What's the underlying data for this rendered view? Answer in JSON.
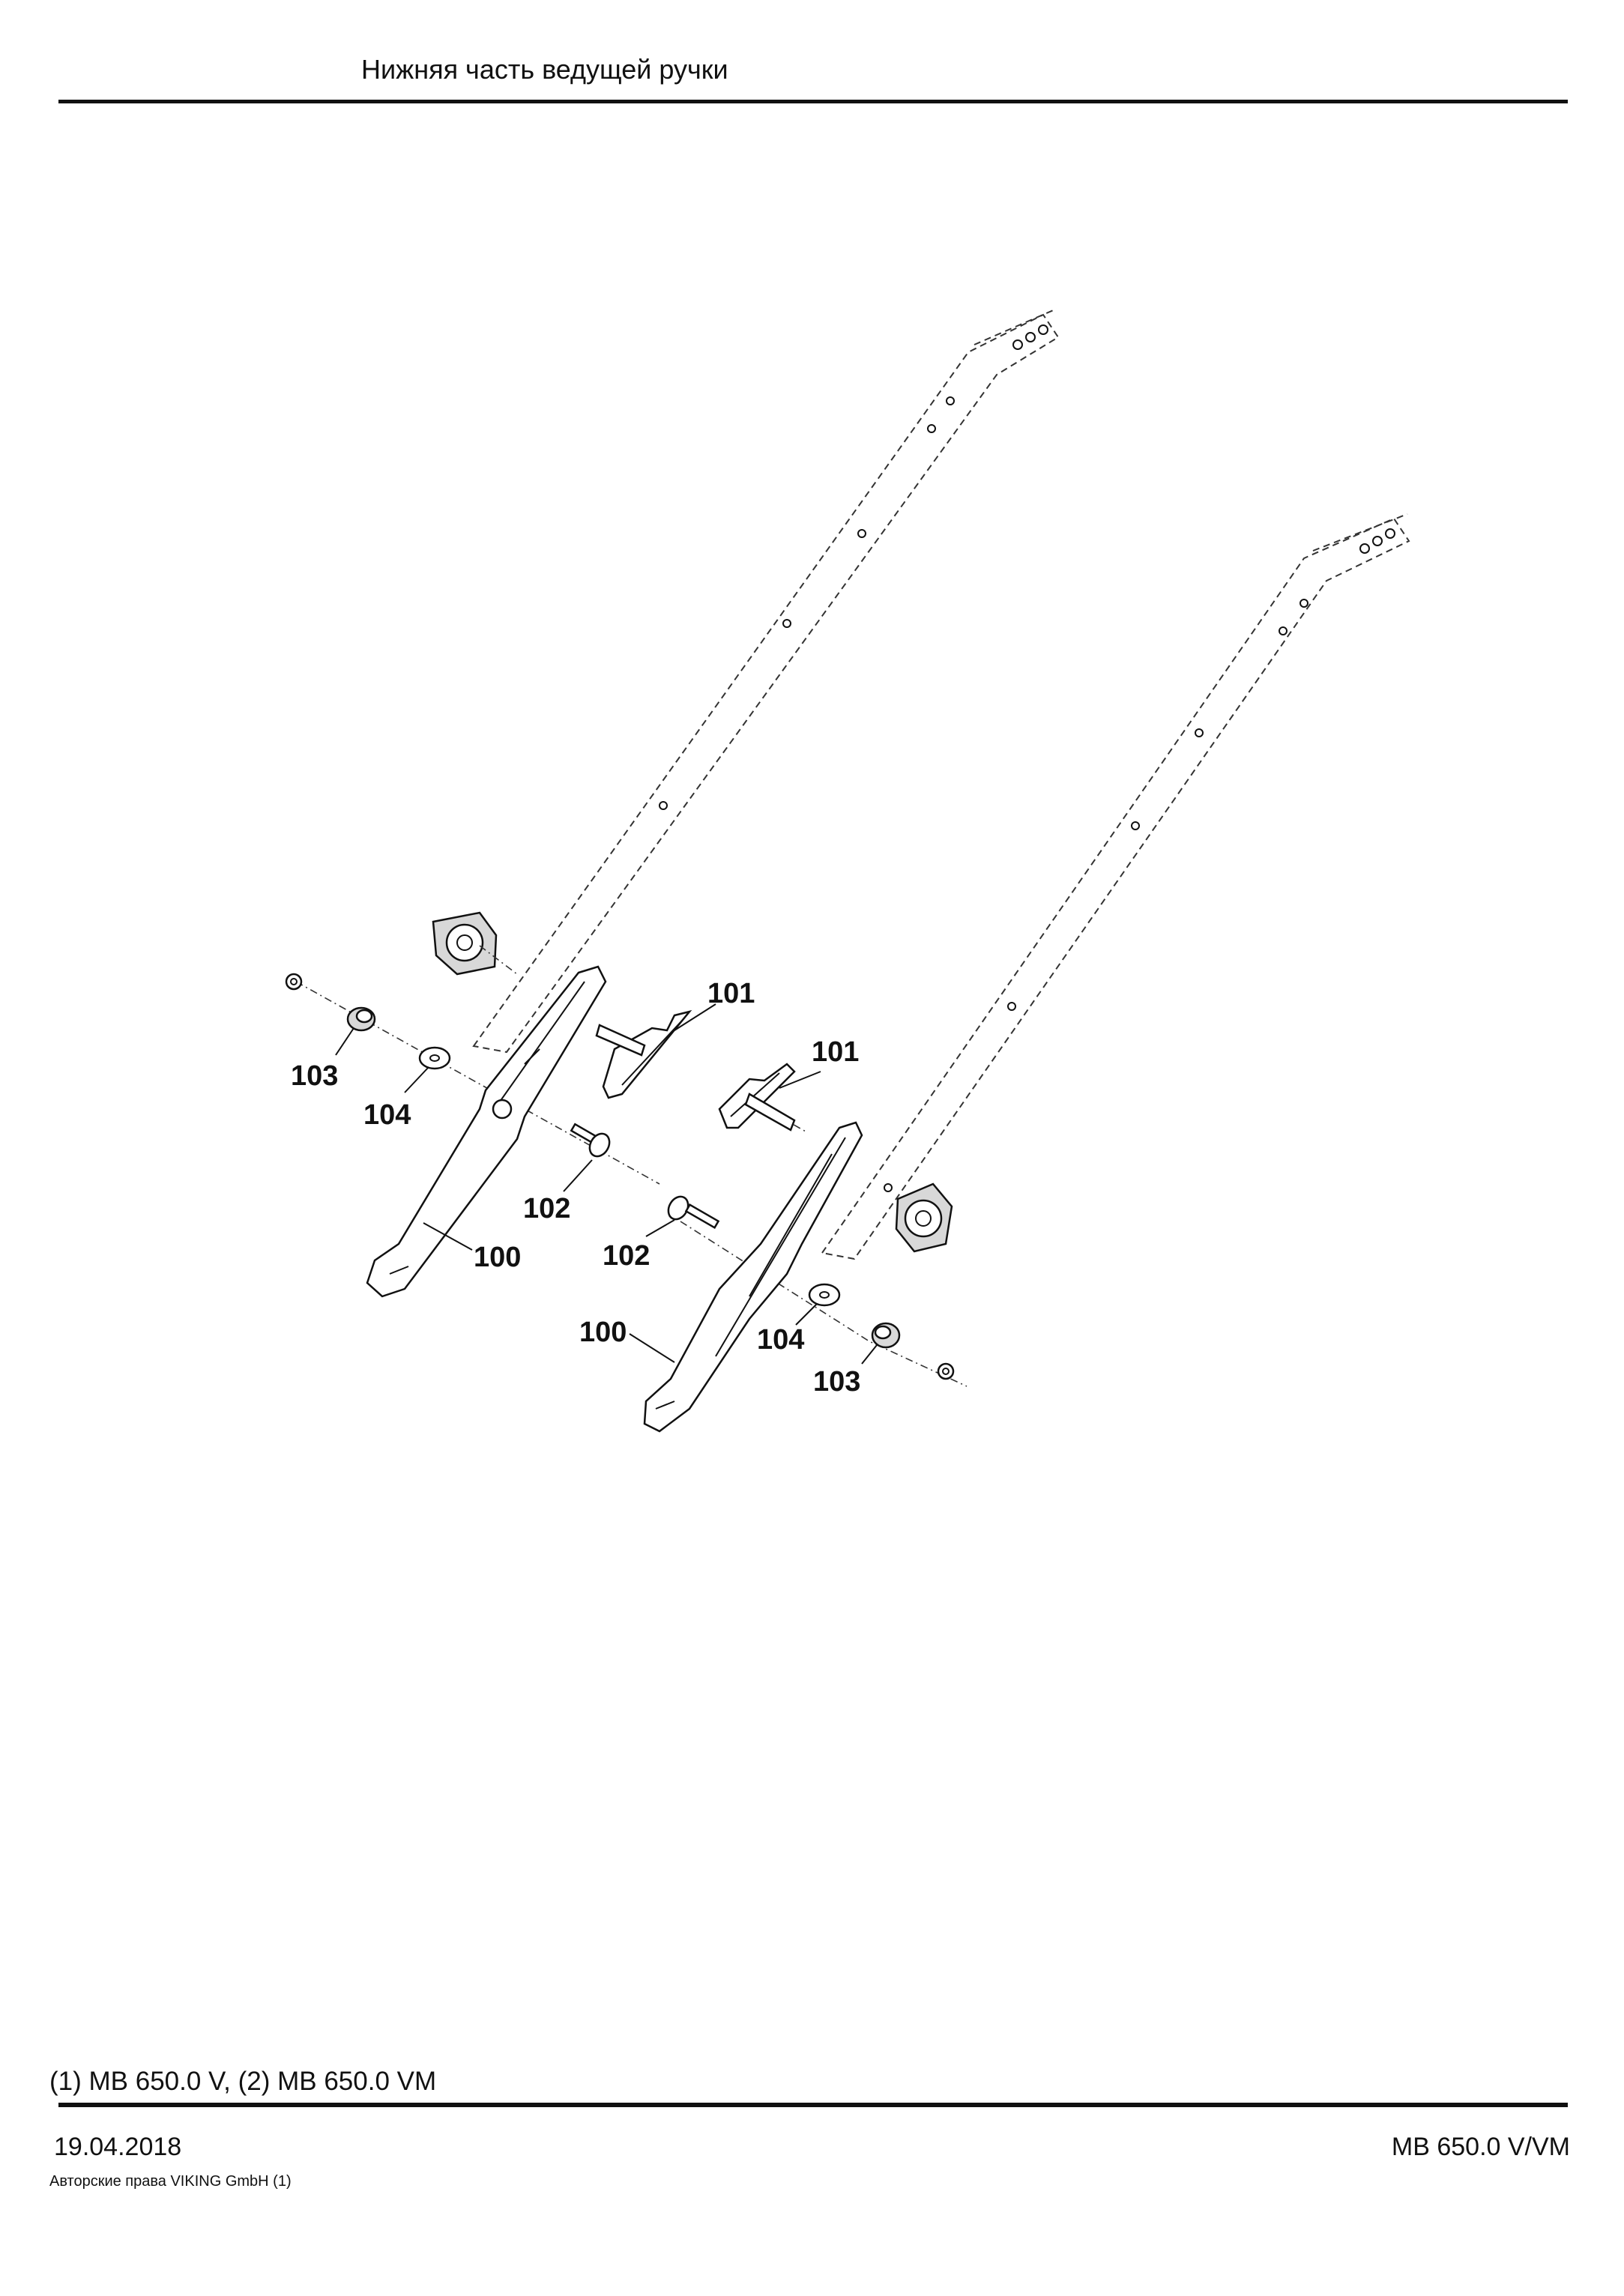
{
  "header": {
    "title": "Нижняя часть ведущей ручки"
  },
  "callouts": {
    "left_frame": "100",
    "left_clamp": "101",
    "left_bolt": "102",
    "left_knob": "103",
    "left_washer": "104",
    "right_frame": "100",
    "right_clamp": "101",
    "right_bolt": "102",
    "right_knob": "103",
    "right_washer": "104"
  },
  "footer": {
    "models": "(1) MB 650.0 V, (2) MB 650.0 VM",
    "date": "19.04.2018",
    "copyright": "Авторские права VIKING GmbH  (1)",
    "model_code": "MB 650.0 V/VM"
  }
}
